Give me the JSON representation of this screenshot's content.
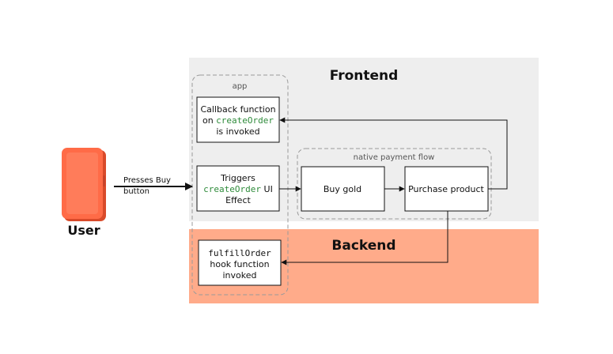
{
  "colors": {
    "frontend_bg": "#eeeeee",
    "backend_bg": "#ffab8a",
    "phone": "#ff6b47",
    "code": "#2e8b3a",
    "dashed": "#9a9a9a"
  },
  "user": {
    "label": "User",
    "icon": "phone-icon",
    "action_line1": "Presses Buy",
    "action_line2": "button"
  },
  "frontend": {
    "title": "Frontend"
  },
  "backend": {
    "title": "Backend"
  },
  "app_group": {
    "label": "app"
  },
  "native_group": {
    "label": "native payment flow"
  },
  "boxes": {
    "callback": {
      "line1": "Callback function",
      "line2_prefix": "on ",
      "line2_code": "createOrder",
      "line3": "is invoked"
    },
    "triggers": {
      "line1": "Triggers",
      "line2_code": "createOrder",
      "line2_suffix": " UI",
      "line3": "Effect"
    },
    "buy_gold": {
      "label": "Buy gold"
    },
    "purchase": {
      "label": "Purchase product"
    },
    "fulfill": {
      "line1_code": "fulfillOrder",
      "line2": "hook function",
      "line3": "invoked"
    }
  }
}
